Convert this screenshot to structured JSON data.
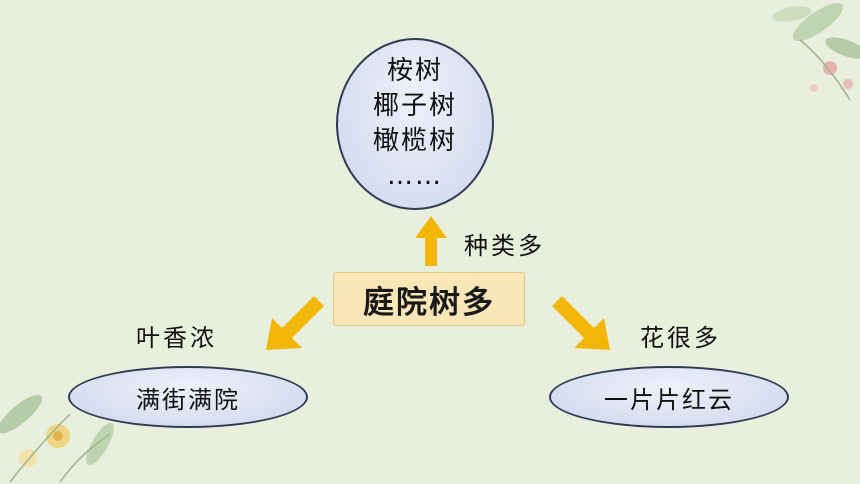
{
  "center": {
    "text": "庭院树多"
  },
  "top_node": {
    "lines": [
      "桉树",
      "椰子树",
      "橄榄树",
      "……"
    ]
  },
  "branches": {
    "up_label": "种类多",
    "left_label": "叶香浓",
    "right_label": "花很多"
  },
  "left_node": {
    "text": "满街满院"
  },
  "right_node": {
    "text": "一片片红云"
  },
  "colors": {
    "background": "#e8efdc",
    "center_fill": "#fbe6b8",
    "arrow": "#f2b706",
    "ellipse_fill": "#d8def0",
    "ellipse_border": "#2f3a55"
  }
}
